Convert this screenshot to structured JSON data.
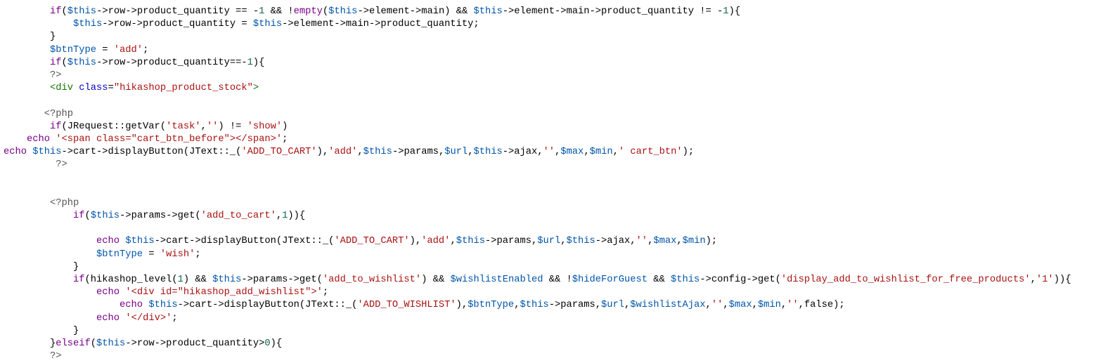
{
  "editor": {
    "colors": {
      "keyword": "#770088",
      "variable": "#0055aa",
      "string": "#aa1111",
      "number": "#116644",
      "meta": "#555555",
      "tag": "#117700",
      "attribute": "#0000cc"
    },
    "lines": [
      [
        [
          "",
          "        "
        ],
        [
          "k",
          "if"
        ],
        [
          "",
          "("
        ],
        [
          "v",
          "$this"
        ],
        [
          "",
          "->row->product_quantity == -"
        ],
        [
          "n",
          "1"
        ],
        [
          "",
          " && !"
        ],
        [
          "k",
          "empty"
        ],
        [
          "",
          "("
        ],
        [
          "v",
          "$this"
        ],
        [
          "",
          "->element->main) && "
        ],
        [
          "v",
          "$this"
        ],
        [
          "",
          "->element->main->product_quantity != -"
        ],
        [
          "n",
          "1"
        ],
        [
          "",
          "){"
        ]
      ],
      [
        [
          "",
          "            "
        ],
        [
          "v",
          "$this"
        ],
        [
          "",
          "->row->product_quantity = "
        ],
        [
          "v",
          "$this"
        ],
        [
          "",
          "->element->main->product_quantity;"
        ]
      ],
      [
        [
          "",
          "        }"
        ]
      ],
      [
        [
          "",
          "        "
        ],
        [
          "v",
          "$btnType"
        ],
        [
          "",
          " = "
        ],
        [
          "s",
          "'add'"
        ],
        [
          "",
          ";"
        ]
      ],
      [
        [
          "",
          "        "
        ],
        [
          "k",
          "if"
        ],
        [
          "",
          "("
        ],
        [
          "v",
          "$this"
        ],
        [
          "",
          "->row->product_quantity==-"
        ],
        [
          "n",
          "1"
        ],
        [
          "",
          "){"
        ]
      ],
      [
        [
          "",
          "        "
        ],
        [
          "m",
          "?>"
        ]
      ],
      [
        [
          "",
          "        "
        ],
        [
          "t",
          "<div"
        ],
        [
          "",
          " "
        ],
        [
          "a",
          "class"
        ],
        [
          "",
          "="
        ],
        [
          "s",
          "\"hikashop_product_stock\""
        ],
        [
          "t",
          ">"
        ]
      ],
      [],
      [
        [
          "",
          "       "
        ],
        [
          "m",
          "<?php"
        ]
      ],
      [
        [
          "",
          "        "
        ],
        [
          "k",
          "if"
        ],
        [
          "",
          "(JRequest::getVar("
        ],
        [
          "s",
          "'task'"
        ],
        [
          "",
          ","
        ],
        [
          "s",
          "''"
        ],
        [
          "",
          ") != "
        ],
        [
          "s",
          "'show'"
        ],
        [
          "",
          ")"
        ]
      ],
      [
        [
          "",
          "    "
        ],
        [
          "k",
          "echo"
        ],
        [
          "",
          " "
        ],
        [
          "s",
          "'<span class=\"cart_btn_before\"></span>'"
        ],
        [
          "",
          ";"
        ]
      ],
      [
        [
          "k",
          "echo"
        ],
        [
          "",
          " "
        ],
        [
          "v",
          "$this"
        ],
        [
          "",
          "->cart->displayButton(JText::_("
        ],
        [
          "s",
          "'ADD_TO_CART'"
        ],
        [
          "",
          "),"
        ],
        [
          "s",
          "'add'"
        ],
        [
          "",
          ","
        ],
        [
          "v",
          "$this"
        ],
        [
          "",
          "->params,"
        ],
        [
          "v",
          "$url"
        ],
        [
          "",
          ","
        ],
        [
          "v",
          "$this"
        ],
        [
          "",
          "->ajax,"
        ],
        [
          "s",
          "''"
        ],
        [
          "",
          ","
        ],
        [
          "v",
          "$max"
        ],
        [
          "",
          ","
        ],
        [
          "v",
          "$min"
        ],
        [
          "",
          ","
        ],
        [
          "s",
          "' cart_btn'"
        ],
        [
          "",
          ");"
        ]
      ],
      [
        [
          "",
          "         "
        ],
        [
          "m",
          "?>"
        ]
      ],
      [],
      [],
      [
        [
          "",
          "        "
        ],
        [
          "m",
          "<?php"
        ]
      ],
      [
        [
          "",
          "            "
        ],
        [
          "k",
          "if"
        ],
        [
          "",
          "("
        ],
        [
          "v",
          "$this"
        ],
        [
          "",
          "->params->get("
        ],
        [
          "s",
          "'add_to_cart'"
        ],
        [
          "",
          ","
        ],
        [
          "n",
          "1"
        ],
        [
          "",
          ")){"
        ]
      ],
      [],
      [
        [
          "",
          "                "
        ],
        [
          "k",
          "echo"
        ],
        [
          "",
          " "
        ],
        [
          "v",
          "$this"
        ],
        [
          "",
          "->cart->displayButton(JText::_("
        ],
        [
          "s",
          "'ADD_TO_CART'"
        ],
        [
          "",
          "),"
        ],
        [
          "s",
          "'add'"
        ],
        [
          "",
          ","
        ],
        [
          "v",
          "$this"
        ],
        [
          "",
          "->params,"
        ],
        [
          "v",
          "$url"
        ],
        [
          "",
          ","
        ],
        [
          "v",
          "$this"
        ],
        [
          "",
          "->ajax,"
        ],
        [
          "s",
          "''"
        ],
        [
          "",
          ","
        ],
        [
          "v",
          "$max"
        ],
        [
          "",
          ","
        ],
        [
          "v",
          "$min"
        ],
        [
          "",
          ");"
        ]
      ],
      [
        [
          "",
          "                "
        ],
        [
          "v",
          "$btnType"
        ],
        [
          "",
          " = "
        ],
        [
          "s",
          "'wish'"
        ],
        [
          "",
          ";"
        ]
      ],
      [
        [
          "",
          "            }"
        ]
      ],
      [
        [
          "",
          "            "
        ],
        [
          "k",
          "if"
        ],
        [
          "",
          "(hikashop_level("
        ],
        [
          "n",
          "1"
        ],
        [
          "",
          ") && "
        ],
        [
          "v",
          "$this"
        ],
        [
          "",
          "->params->get("
        ],
        [
          "s",
          "'add_to_wishlist'"
        ],
        [
          "",
          ") && "
        ],
        [
          "v",
          "$wishlistEnabled"
        ],
        [
          "",
          " && !"
        ],
        [
          "v",
          "$hideForGuest"
        ],
        [
          "",
          " && "
        ],
        [
          "v",
          "$this"
        ],
        [
          "",
          "->config->get("
        ],
        [
          "s",
          "'display_add_to_wishlist_for_free_products'"
        ],
        [
          "",
          ","
        ],
        [
          "s",
          "'1'"
        ],
        [
          "",
          ")){"
        ]
      ],
      [
        [
          "",
          "                "
        ],
        [
          "k",
          "echo"
        ],
        [
          "",
          " "
        ],
        [
          "s",
          "'<div id=\"hikashop_add_wishlist\">'"
        ],
        [
          "",
          ";"
        ]
      ],
      [
        [
          "",
          "                    "
        ],
        [
          "k",
          "echo"
        ],
        [
          "",
          " "
        ],
        [
          "v",
          "$this"
        ],
        [
          "",
          "->cart->displayButton(JText::_("
        ],
        [
          "s",
          "'ADD_TO_WISHLIST'"
        ],
        [
          "",
          "),"
        ],
        [
          "v",
          "$btnType"
        ],
        [
          "",
          ","
        ],
        [
          "v",
          "$this"
        ],
        [
          "",
          "->params,"
        ],
        [
          "v",
          "$url"
        ],
        [
          "",
          ","
        ],
        [
          "v",
          "$wishlistAjax"
        ],
        [
          "",
          ","
        ],
        [
          "s",
          "''"
        ],
        [
          "",
          ","
        ],
        [
          "v",
          "$max"
        ],
        [
          "",
          ","
        ],
        [
          "v",
          "$min"
        ],
        [
          "",
          ","
        ],
        [
          "s",
          "''"
        ],
        [
          "",
          ",false);"
        ]
      ],
      [
        [
          "",
          "                "
        ],
        [
          "k",
          "echo"
        ],
        [
          "",
          " "
        ],
        [
          "s",
          "'</div>'"
        ],
        [
          "",
          ";"
        ]
      ],
      [
        [
          "",
          "            }"
        ]
      ],
      [
        [
          "",
          "        }"
        ],
        [
          "k",
          "elseif"
        ],
        [
          "",
          "("
        ],
        [
          "v",
          "$this"
        ],
        [
          "",
          "->row->product_quantity>"
        ],
        [
          "n",
          "0"
        ],
        [
          "",
          "){"
        ]
      ],
      [
        [
          "",
          "        "
        ],
        [
          "m",
          "?>"
        ]
      ]
    ]
  }
}
